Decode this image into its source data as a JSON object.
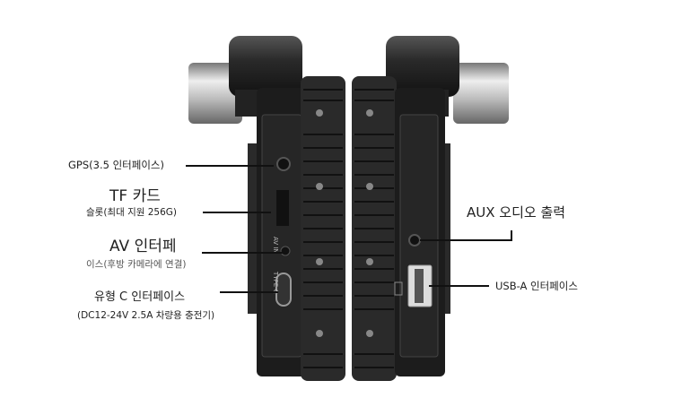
{
  "labels": {
    "gps": "GPS(3.5 인터페이스)",
    "tf_title": "TF 카드",
    "tf_sub": "슬롯(최대 지원 256G)",
    "av_title": "AV 인터페",
    "av_sub": "이스(후방 카메라에 연결)",
    "typec_title": "유형 C 인터페이스",
    "typec_sub": "(DC12-24V 2.5A 차량용 충전기)",
    "aux": "AUX 오디오 출력",
    "usb": "USB-A 인터페이스"
  },
  "device_markings": {
    "av_in": "AV IN",
    "type_c": "TYPE-C"
  },
  "colors": {
    "body": "#1c1c1c",
    "fins": "#2a2a2a",
    "metal": "#c8c8c8"
  }
}
